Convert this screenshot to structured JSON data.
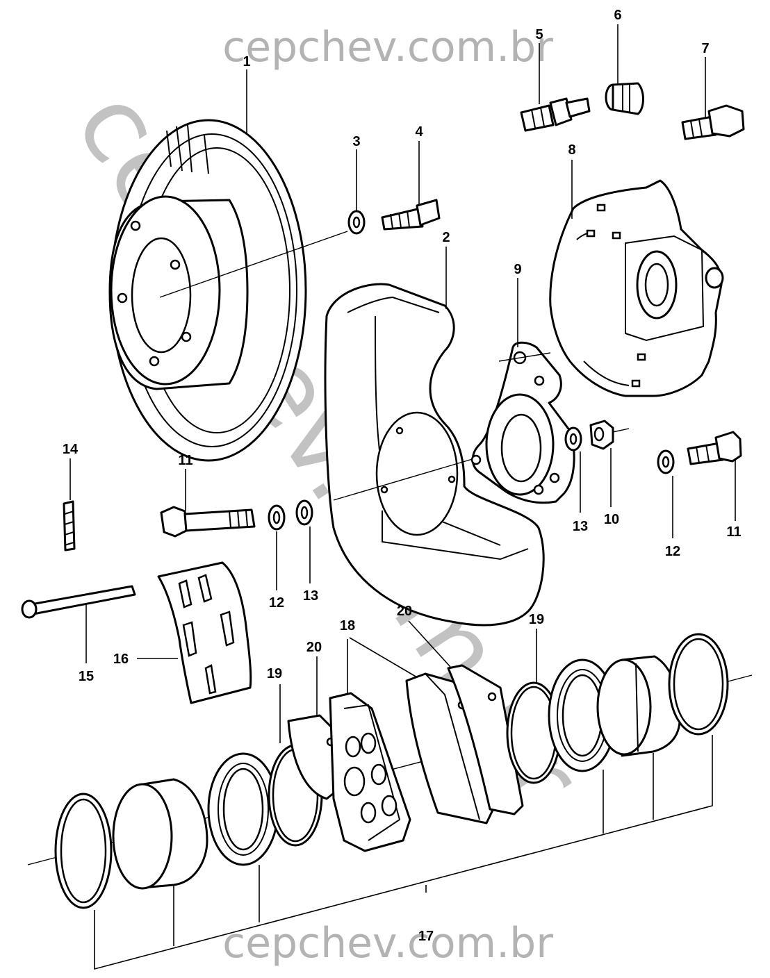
{
  "watermark": {
    "top": "cepchev.com.br",
    "bottom": "cepchev.com.br",
    "diagonal": "cepchev.com.br"
  },
  "callouts": [
    {
      "id": "c1",
      "label": "1"
    },
    {
      "id": "c2",
      "label": "2"
    },
    {
      "id": "c3",
      "label": "3"
    },
    {
      "id": "c4",
      "label": "4"
    },
    {
      "id": "c5",
      "label": "5"
    },
    {
      "id": "c6",
      "label": "6"
    },
    {
      "id": "c7",
      "label": "7"
    },
    {
      "id": "c8",
      "label": "8"
    },
    {
      "id": "c9",
      "label": "9"
    },
    {
      "id": "c10",
      "label": "10"
    },
    {
      "id": "c11a",
      "label": "11"
    },
    {
      "id": "c11b",
      "label": "11"
    },
    {
      "id": "c12a",
      "label": "12"
    },
    {
      "id": "c12b",
      "label": "12"
    },
    {
      "id": "c13a",
      "label": "13"
    },
    {
      "id": "c13b",
      "label": "13"
    },
    {
      "id": "c14",
      "label": "14"
    },
    {
      "id": "c15",
      "label": "15"
    },
    {
      "id": "c16",
      "label": "16"
    },
    {
      "id": "c17",
      "label": "17"
    },
    {
      "id": "c18",
      "label": "18"
    },
    {
      "id": "c19a",
      "label": "19"
    },
    {
      "id": "c19b",
      "label": "19"
    },
    {
      "id": "c20a",
      "label": "20"
    },
    {
      "id": "c20b",
      "label": "20"
    }
  ]
}
